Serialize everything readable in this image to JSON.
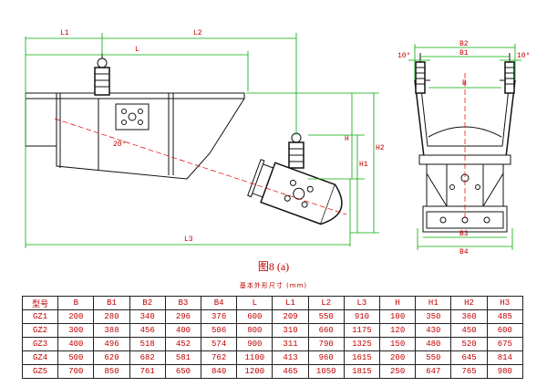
{
  "figure": {
    "caption": "图8  (a)",
    "table_title": "基本外形尺寸  (mm)",
    "side_view_dims": {
      "L1": "L1",
      "L": "L",
      "L2": "L2",
      "L3": "L3",
      "H": "H",
      "H1": "H1",
      "H2": "H2",
      "angle": "20°"
    },
    "end_view_dims": {
      "B2": "B2",
      "B1": "B1",
      "B": "B",
      "B3": "B3",
      "B4": "B4",
      "tilt_left": "10°",
      "tilt_right": "10°"
    }
  },
  "table": {
    "headers": [
      "型号",
      "B",
      "B1",
      "B2",
      "B3",
      "B4",
      "L",
      "L1",
      "L2",
      "L3",
      "H",
      "H1",
      "H2",
      "H3"
    ],
    "rows": [
      [
        "GZ1",
        "200",
        "280",
        "340",
        "296",
        "376",
        "600",
        "209",
        "550",
        "910",
        "100",
        "350",
        "360",
        "485"
      ],
      [
        "GZ2",
        "300",
        "388",
        "456",
        "400",
        "506",
        "800",
        "310",
        "660",
        "1175",
        "120",
        "430",
        "450",
        "600"
      ],
      [
        "GZ3",
        "400",
        "496",
        "518",
        "452",
        "574",
        "900",
        "311",
        "790",
        "1325",
        "150",
        "480",
        "520",
        "675"
      ],
      [
        "GZ4",
        "500",
        "620",
        "682",
        "581",
        "762",
        "1100",
        "413",
        "960",
        "1615",
        "200",
        "550",
        "645",
        "814"
      ],
      [
        "GZ5",
        "700",
        "850",
        "761",
        "650",
        "840",
        "1200",
        "465",
        "1050",
        "1815",
        "250",
        "647",
        "765",
        "980"
      ]
    ]
  }
}
